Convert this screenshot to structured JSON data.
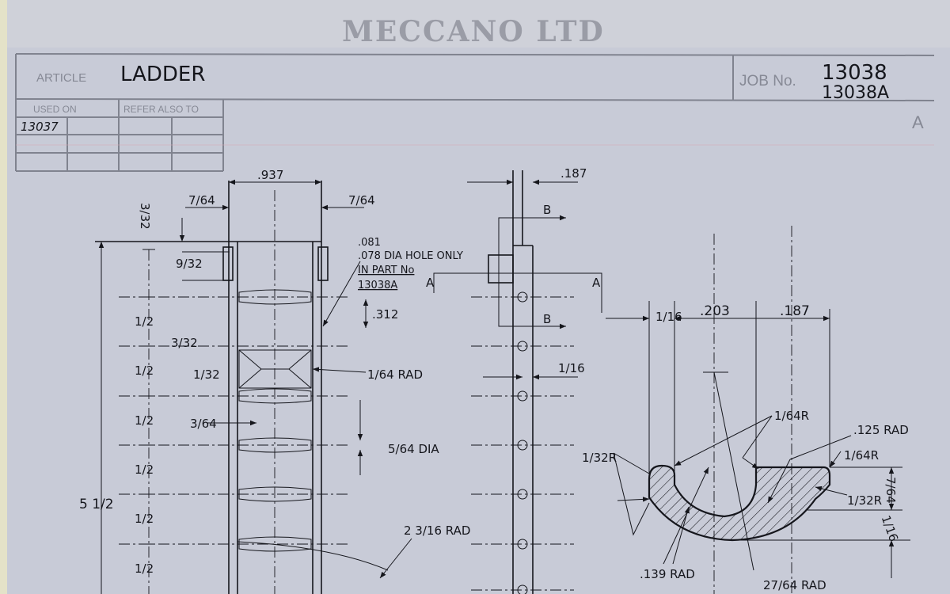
{
  "sheet": {
    "company_watermark": "MECCANO LTD",
    "article_label": "ARTICLE",
    "article_value": "LADDER",
    "job_label": "JOB No.",
    "job_numbers": [
      "13038",
      "13038A"
    ],
    "used_on_label": "USED ON",
    "refer_also_label": "REFER ALSO TO",
    "used_on_values": [
      "13037"
    ],
    "issue_letter": "A"
  },
  "front_view": {
    "width": ".937",
    "left_offset": "7/64",
    "right_offset": "7/64",
    "top_gap": "3/32",
    "first_rung": "9/32",
    "rung_pitch": [
      "1/2",
      "1/2",
      "1/2",
      "1/2",
      "1/2",
      "1/2"
    ],
    "slot_width": "3/32",
    "slot_depth": "1/32",
    "rung_inset": "3/64",
    "overall_length": "5 1/2",
    "hole_note": [
      ".081",
      ".078 DIA HOLE ONLY",
      "IN PART No",
      "13038A"
    ],
    "hole_offset": ".312",
    "corner_radius": "1/64 RAD",
    "rung_hole": "5/64 DIA",
    "rail_radius": "2 3/16 RAD"
  },
  "side_view": {
    "thickness": ".187",
    "section_b": [
      "B",
      "B"
    ],
    "section_a": [
      "A",
      "A"
    ],
    "tab": "1/16"
  },
  "section_view": {
    "dims": [
      "1/16",
      ".203",
      ".187"
    ],
    "radii": [
      "1/64R",
      ".125 RAD",
      "1/64R",
      "1/32R",
      "1/32R",
      ".139 RAD",
      "27/64 RAD"
    ],
    "height": "7/64",
    "depth": "1/16"
  }
}
